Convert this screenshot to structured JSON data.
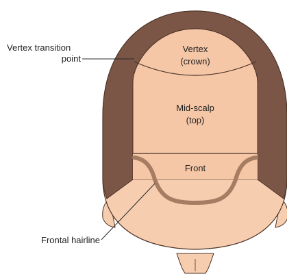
{
  "colors": {
    "hair": "#7b5646",
    "scalp": "#f6c7a7",
    "skin": "#f7cdb0",
    "outline": "#4a3226",
    "hairline": "#a67c62",
    "leader": "#2a2a2a"
  },
  "regions": {
    "vertex": {
      "line1": "Vertex",
      "line2": "(crown)"
    },
    "mid_scalp": {
      "line1": "Mid-scalp",
      "line2": "(top)"
    },
    "front": {
      "label": "Front"
    }
  },
  "callouts": {
    "vertex_transition": {
      "line1": "Vertex transition",
      "line2": "point"
    },
    "frontal_hairline": {
      "label": "Frontal hairline"
    }
  }
}
